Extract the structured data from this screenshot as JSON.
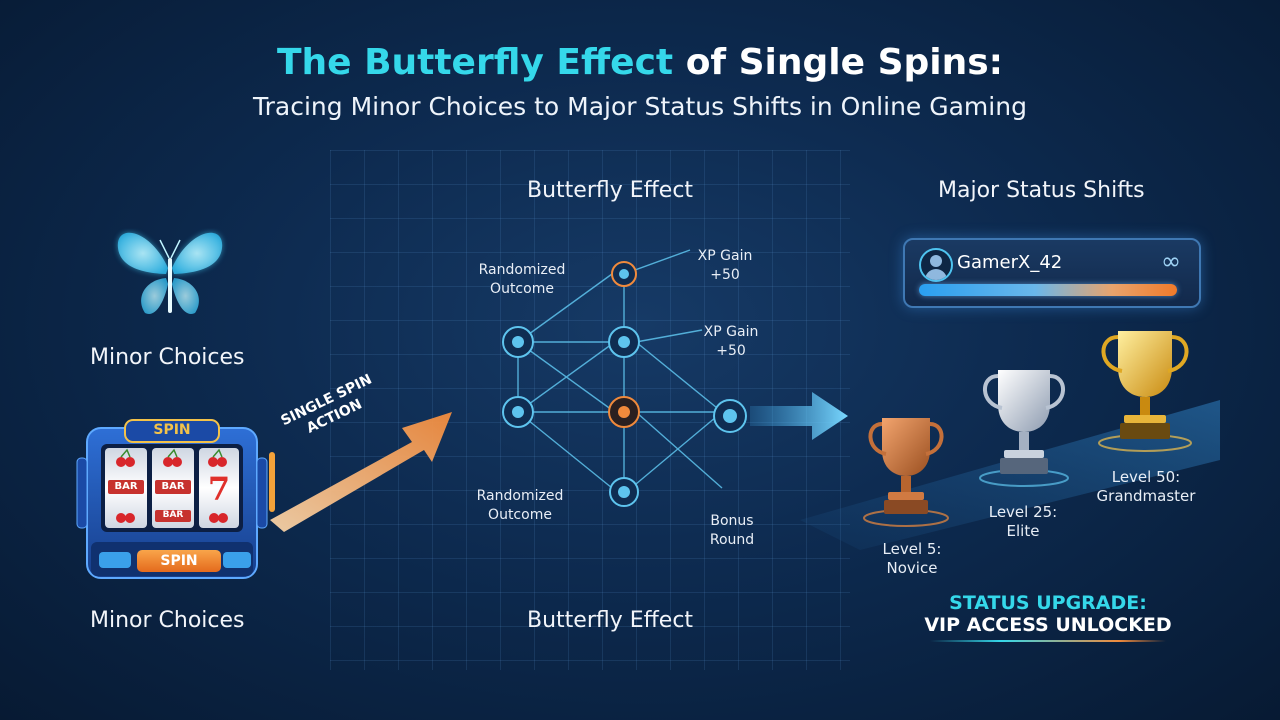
{
  "header": {
    "title_highlight": "The Butterfly Effect",
    "title_rest": "of Single Spins:",
    "subtitle": "Tracing Minor Choices to Major Status Shifts in Online Gaming"
  },
  "left": {
    "top_label": "Minor Choices",
    "bottom_label": "Minor Choices",
    "slot": {
      "top_sign": "SPIN",
      "reel_bar": "BAR",
      "reel_seven": "7",
      "spin_button": "SPIN"
    },
    "arrow_label_line1": "SINGLE SPIN",
    "arrow_label_line2": "ACTION"
  },
  "center": {
    "top_label": "Butterfly Effect",
    "bottom_label": "Butterfly Effect",
    "nodes": {
      "randomized_top_1": "Randomized",
      "randomized_top_2": "Outcome",
      "xp1_line1": "XP Gain",
      "xp1_line2": "+50",
      "xp2_line1": "XP Gain",
      "xp2_line2": "+50",
      "randomized_bottom_1": "Randomized",
      "randomized_bottom_2": "Outcome",
      "bonus_1": "Bonus",
      "bonus_2": "Round"
    }
  },
  "right": {
    "top_label": "Major Status Shifts",
    "profile": {
      "username": "GamerX_42",
      "symbol": "∞",
      "xp_progress": 0.97
    },
    "trophies": {
      "bronze_1": "Level 5:",
      "bronze_2": "Novice",
      "silver_1": "Level 25:",
      "silver_2": "Elite",
      "gold_1": "Level 50:",
      "gold_2": "Grandmaster"
    },
    "status_line1": "STATUS UPGRADE:",
    "status_line2": "VIP ACCESS UNLOCKED"
  },
  "colors": {
    "accent_cyan": "#35d8ea",
    "accent_orange": "#f08a3c",
    "background": "#0d2a4f"
  }
}
